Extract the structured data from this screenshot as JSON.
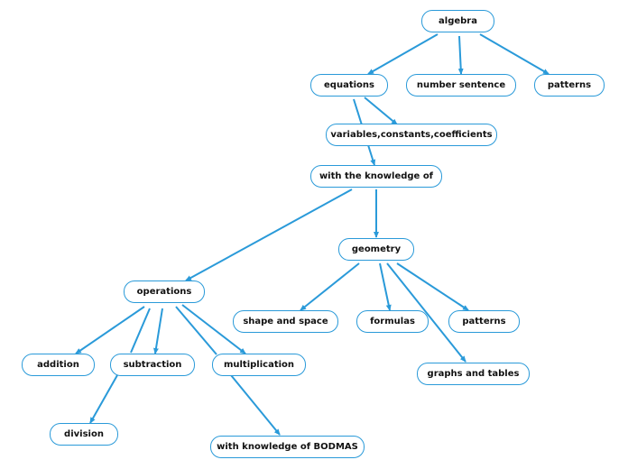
{
  "nodes": {
    "algebra": "algebra",
    "equations": "equations",
    "number_sentence": "number sentence",
    "patterns_top": "patterns",
    "variables": "variables,constants,coefficients",
    "knowledge": "with the knowledge of",
    "geometry": "geometry",
    "operations": "operations",
    "shape_space": "shape and space",
    "formulas": "formulas",
    "patterns_geo": "patterns",
    "graphs_tables": "graphs and tables",
    "addition": "addition",
    "subtraction": "subtraction",
    "multiplication": "multiplication",
    "division": "division",
    "bodmas": "with knowledge of BODMAS"
  },
  "colors": {
    "accent": "#2a9ad9",
    "text": "#111111",
    "background": "#ffffff"
  }
}
